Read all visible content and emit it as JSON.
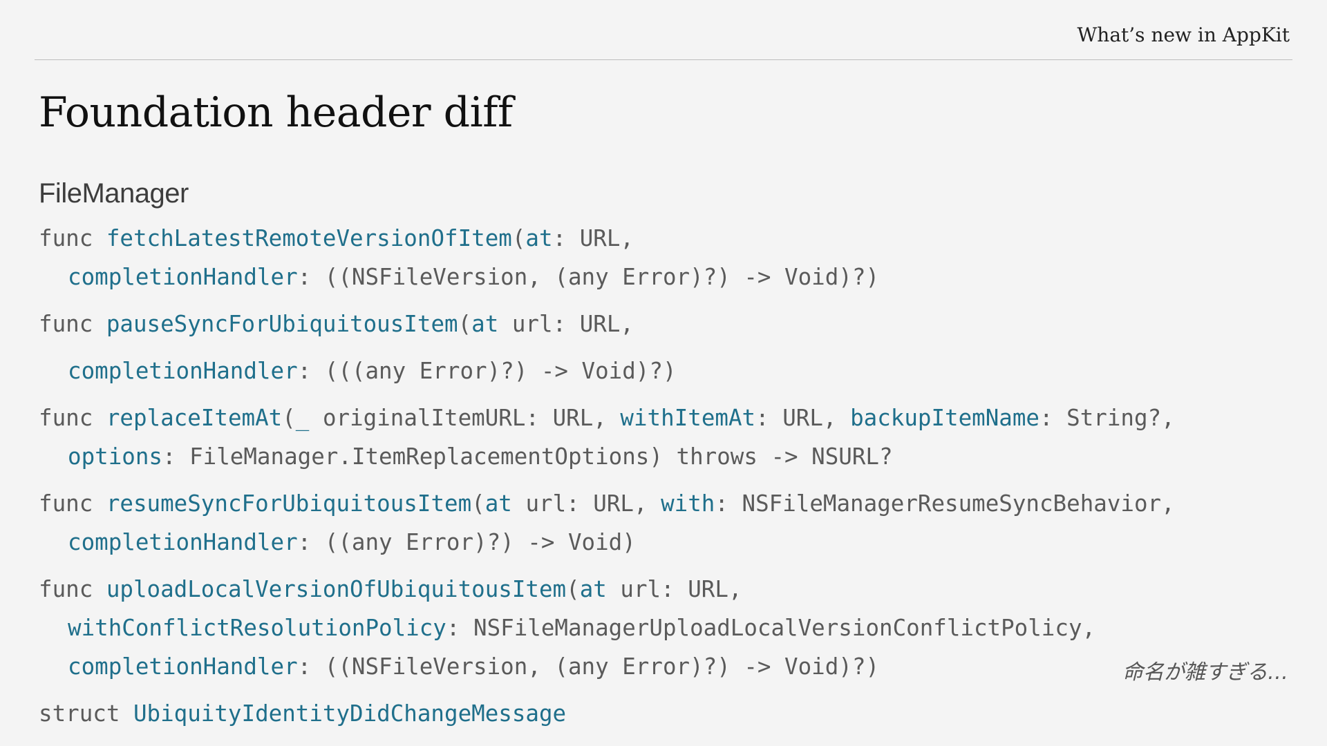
{
  "header": {
    "title": "What’s new in AppKit"
  },
  "slide": {
    "title": "Foundation header diff",
    "section": "FileManager",
    "annotation": "命名が雑すぎる…"
  },
  "code_lines": [
    {
      "tokens": [
        {
          "t": "func ",
          "c": "plain"
        },
        {
          "t": "fetchLatestRemoteVersionOfItem",
          "c": "id"
        },
        {
          "t": "(",
          "c": "plain"
        },
        {
          "t": "at",
          "c": "id"
        },
        {
          "t": ": URL,",
          "c": "plain"
        }
      ]
    },
    {
      "tokens": [
        {
          "t": "completionHandler",
          "c": "id"
        },
        {
          "t": ": ((NSFileVersion, (any Error)?) -> Void)?)",
          "c": "plain"
        }
      ]
    },
    {
      "tokens": [
        {
          "t": "func ",
          "c": "plain"
        },
        {
          "t": "pauseSyncForUbiquitousItem",
          "c": "id"
        },
        {
          "t": "(",
          "c": "plain"
        },
        {
          "t": "at",
          "c": "id"
        },
        {
          "t": " url: URL,",
          "c": "plain"
        }
      ]
    },
    {
      "tokens": [
        {
          "t": "completionHandler",
          "c": "id"
        },
        {
          "t": ": (((any Error)?) -> Void)?)",
          "c": "plain"
        }
      ]
    },
    {
      "tokens": [
        {
          "t": "func ",
          "c": "plain"
        },
        {
          "t": "replaceItemAt",
          "c": "id"
        },
        {
          "t": "(",
          "c": "plain"
        },
        {
          "t": "_",
          "c": "id"
        },
        {
          "t": " originalItemURL: URL, ",
          "c": "plain"
        },
        {
          "t": "withItemAt",
          "c": "id"
        },
        {
          "t": ": URL, ",
          "c": "plain"
        },
        {
          "t": "backupItemName",
          "c": "id"
        },
        {
          "t": ": String?,",
          "c": "plain"
        }
      ]
    },
    {
      "tokens": [
        {
          "t": "options",
          "c": "id"
        },
        {
          "t": ": FileManager.ItemReplacementOptions) throws -> NSURL?",
          "c": "plain"
        }
      ]
    },
    {
      "tokens": [
        {
          "t": "func ",
          "c": "plain"
        },
        {
          "t": "resumeSyncForUbiquitousItem",
          "c": "id"
        },
        {
          "t": "(",
          "c": "plain"
        },
        {
          "t": "at",
          "c": "id"
        },
        {
          "t": " url: URL, ",
          "c": "plain"
        },
        {
          "t": "with",
          "c": "id"
        },
        {
          "t": ": NSFileManagerResumeSyncBehavior,",
          "c": "plain"
        }
      ]
    },
    {
      "tokens": [
        {
          "t": "completionHandler",
          "c": "id"
        },
        {
          "t": ": ((any Error)?) -> Void)",
          "c": "plain"
        }
      ]
    },
    {
      "tokens": [
        {
          "t": "func ",
          "c": "plain"
        },
        {
          "t": "uploadLocalVersionOfUbiquitousItem",
          "c": "id"
        },
        {
          "t": "(",
          "c": "plain"
        },
        {
          "t": "at",
          "c": "id"
        },
        {
          "t": " url: URL,",
          "c": "plain"
        }
      ]
    },
    {
      "tokens": [
        {
          "t": "withConflictResolutionPolicy",
          "c": "id"
        },
        {
          "t": ": NSFileManagerUploadLocalVersionConflictPolicy,",
          "c": "plain"
        }
      ]
    },
    {
      "tokens": [
        {
          "t": "completionHandler",
          "c": "id"
        },
        {
          "t": ": ((NSFileVersion, (any Error)?) -> Void)?)",
          "c": "plain"
        }
      ]
    },
    {
      "tokens": [
        {
          "t": "struct ",
          "c": "plain"
        },
        {
          "t": "UbiquityIdentityDidChangeMessage",
          "c": "id"
        }
      ]
    }
  ],
  "colors": {
    "background": "#f4f4f4",
    "identifier": "#1f6f8b",
    "code_plain": "#5a5a5a"
  }
}
